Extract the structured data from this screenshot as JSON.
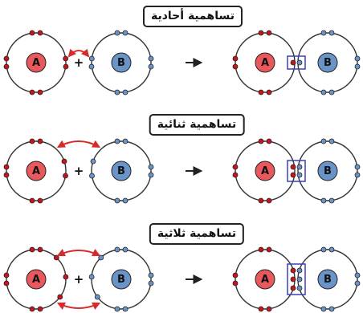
{
  "colors": {
    "atom_a": "#e8585c",
    "atom_b": "#6a93c8",
    "electron_a": "#c8141c",
    "electron_b": "#6a93c8",
    "arrow_red": "#d62b2b",
    "bond_box": "#3d3dbf",
    "shell": "#333333"
  },
  "symbols": {
    "plus": "+",
    "arrow": "→"
  },
  "sections": [
    {
      "title": "تساهمية أحادية",
      "atom_a_label": "A",
      "atom_b_label": "B",
      "shared_pairs": 1
    },
    {
      "title": "تساهمية ثنائية",
      "atom_a_label": "A",
      "atom_b_label": "B",
      "shared_pairs": 2
    },
    {
      "title": "تساهمية ثلاثية",
      "atom_a_label": "A",
      "atom_b_label": "B",
      "shared_pairs": 3
    }
  ]
}
